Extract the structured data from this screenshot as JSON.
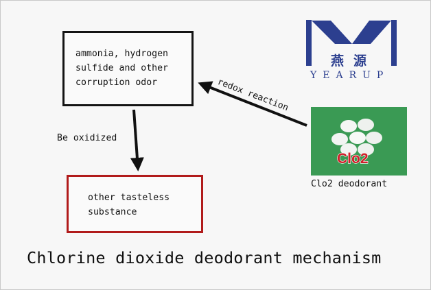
{
  "diagram": {
    "top_box": {
      "lines": [
        "ammonia, hydrogen",
        "sulfide and other",
        "corruption odor"
      ]
    },
    "bottom_box": {
      "lines": [
        "other tasteless",
        "substance"
      ]
    },
    "edge_oxidized_label": "Be oxidized",
    "edge_redox_label": "redox reaction",
    "product_label": "Clo2 deodorant",
    "product_image_text": "Clo2",
    "caption": "Chlorine dioxide deodorant mechanism"
  },
  "logo": {
    "chinese_text": "燕源",
    "english_text": "YEARUP",
    "color": "#2c3f8f"
  },
  "colors": {
    "top_box_border": "#141414",
    "bottom_box_border": "#b11b1b",
    "photo_background": "#3a9a54",
    "image_text_color": "#d0202a"
  }
}
